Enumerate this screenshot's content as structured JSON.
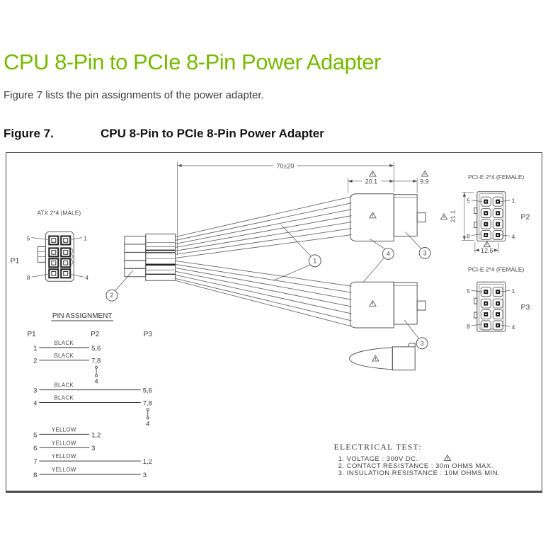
{
  "page": {
    "title": "CPU 8-Pin to PCIe 8-Pin Power Adapter",
    "intro": "Figure 7 lists the pin assignments of the power adapter.",
    "figure_label": "Figure 7.",
    "figure_title": "CPU 8-Pin to PCIe 8-Pin Power Adapter",
    "accent_color": "#76b900"
  },
  "diagram": {
    "atx": {
      "label": "ATX 2*4 (MALE)",
      "ref": "P1",
      "pins": {
        "top_left": "5",
        "top_right": "1",
        "bottom_left": "8",
        "bottom_right": "4"
      }
    },
    "pcie_upper": {
      "label": "PCI-E 2*4 (FEMALE)",
      "ref": "P2",
      "pins": {
        "top_left": "5",
        "top_right": "1",
        "bottom_left": "8",
        "bottom_right": "4"
      }
    },
    "pcie_lower": {
      "label": "PCI-E 2*4 (FEMALE)",
      "ref": "P3",
      "pins": {
        "top_left": "5",
        "top_right": "1",
        "bottom_left": "8",
        "bottom_right": "4"
      }
    },
    "dimensions": {
      "cable_length": "70±20",
      "boot_length": "20.1",
      "housing_length": "9.9",
      "connector_height": "21.1",
      "connector_width": "12.6"
    },
    "callouts": {
      "wire": "1",
      "cable_connector": "2",
      "housing": "3",
      "boot": "4"
    }
  },
  "pin_table": {
    "title": "PIN ASSIGNMENT",
    "headers": {
      "p1": "P1",
      "p2": "P2",
      "p3": "P3"
    },
    "rows": [
      {
        "p1": "1",
        "color": "BLACK",
        "target": "5,6"
      },
      {
        "p1": "2",
        "color": "BLACK",
        "target": "7,8",
        "cont": "4"
      },
      {
        "p1": "3",
        "color": "BLACK",
        "target": "5,6"
      },
      {
        "p1": "4",
        "color": "BLACK",
        "target": "7,8",
        "cont": "4"
      },
      {
        "p1": "5",
        "color": "YELLOW",
        "target": "1,2"
      },
      {
        "p1": "6",
        "color": "YELLOW",
        "target": "3"
      },
      {
        "p1": "7",
        "color": "YELLOW",
        "target": "1,2"
      },
      {
        "p1": "8",
        "color": "YELLOW",
        "target": "3"
      }
    ]
  },
  "electrical_test": {
    "title": "ELECTRICAL TEST:",
    "items": [
      "1. VOLTAGE : 300V DC.",
      "2. CONTACT RESISTANCE : 30m OHMS MAX.",
      "3. INSULATION RESISTANCE : 10M OHMS MIN."
    ]
  }
}
